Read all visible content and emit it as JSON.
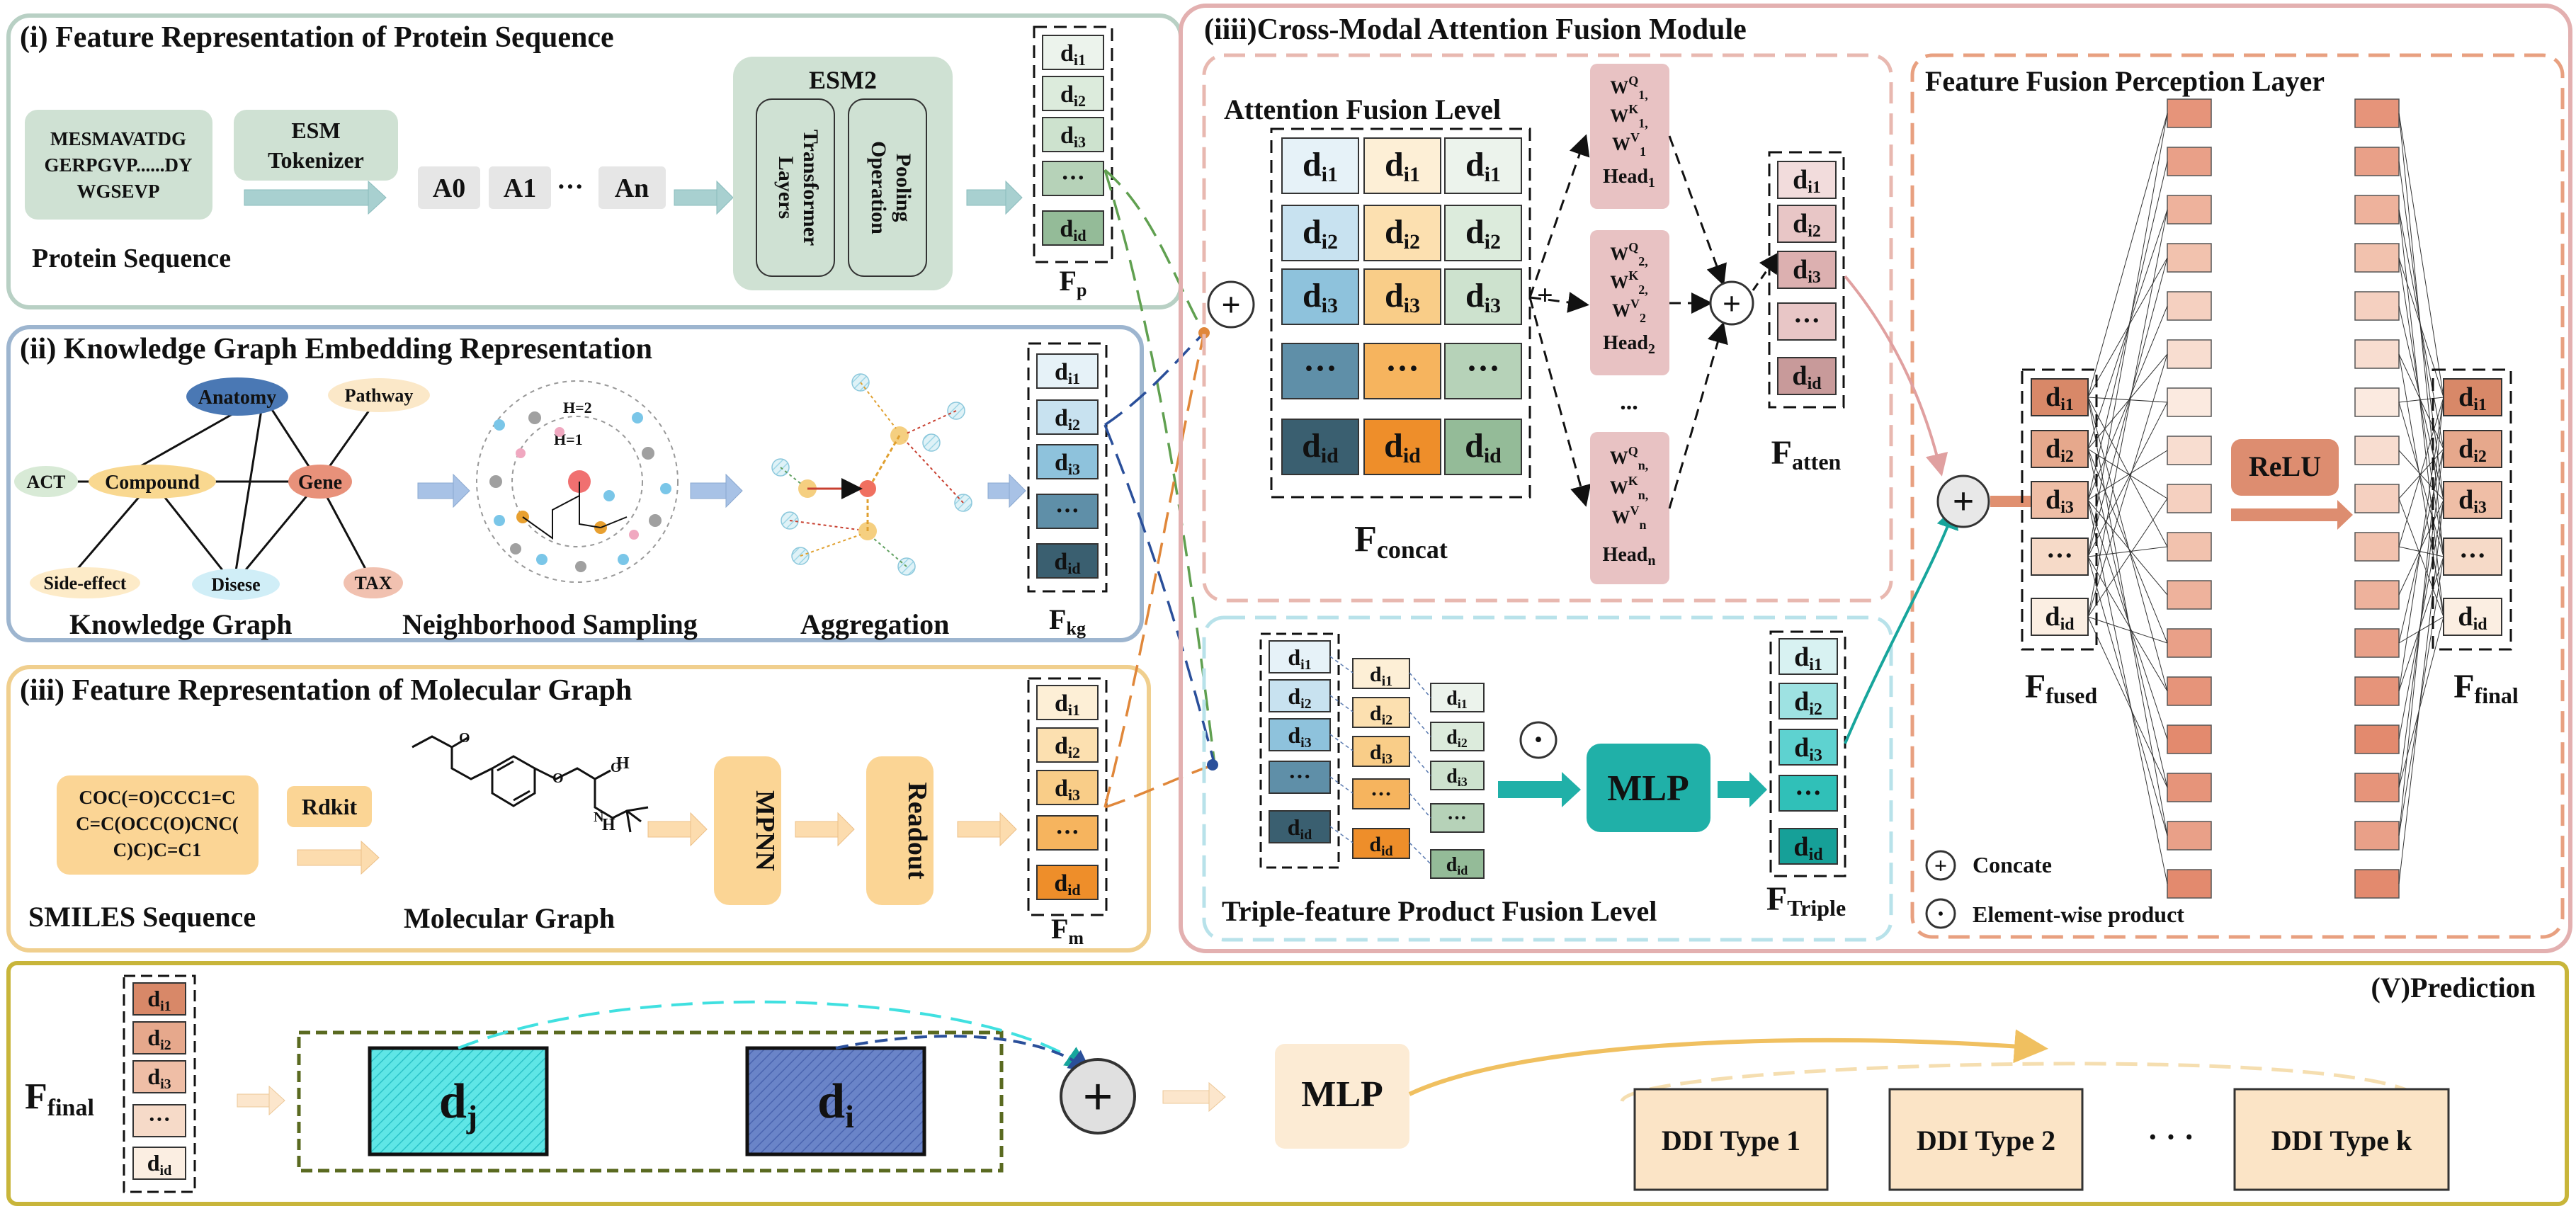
{
  "colors": {
    "protein_panel": "#b8d0c4",
    "kg_panel": "#9db5cf",
    "mol_panel": "#f0cf8e",
    "fusion_panel": "#e3b0b0",
    "prediction_panel": "#c8b53a",
    "protein_fill": "#cfe1d3",
    "mol_fill": "#fbd595",
    "head_fill": "#e8c2c3",
    "mlp_teal": "#20b0a8",
    "relu_fill": "#dd8d70",
    "ddi_fill": "#fbe4c6"
  },
  "cell_text": {
    "i1_base": "d",
    "i1_sub": "i1",
    "i2_base": "d",
    "i2_sub": "i2",
    "i3_base": "d",
    "i3_sub": "i3",
    "dots": "···",
    "id_base": "d",
    "id_sub": "id"
  },
  "protein": {
    "title": "(i) Feature Representation of Protein Sequence",
    "seq_line1": "MESMAVATDG",
    "seq_line2": "GERPGVP......DY",
    "seq_line3": "WGSEVP",
    "seq_label": "Protein Sequence",
    "tokenizer_line1": "ESM",
    "tokenizer_line2": "Tokenizer",
    "tokens": [
      "A0",
      "A1",
      "···",
      "An"
    ],
    "esm2_title": "ESM2",
    "transformer_line1": "Transformer",
    "transformer_line2": "Layers",
    "pooling_line1": "Pooling",
    "pooling_line2": "Operation",
    "output_base": "F",
    "output_sub": "p"
  },
  "kg": {
    "title": "(ii) Knowledge Graph Embedding Representation",
    "nodes": {
      "anatomy": "Anatomy",
      "pathway": "Pathway",
      "act": "ACT",
      "compound": "Compound",
      "gene": "Gene",
      "side_effect": "Side-effect",
      "disese": "Disese",
      "tax": "TAX"
    },
    "kg_label": "Knowledge Graph",
    "h2": "H=2",
    "h1": "H=1",
    "sampling_label": "Neighborhood Sampling",
    "aggregation_label": "Aggregation",
    "output_base": "F",
    "output_sub": "kg"
  },
  "mol": {
    "title": "(iii) Feature Representation of Molecular Graph",
    "smiles_line1": "COC(=O)CCC1=C",
    "smiles_line2": "C=C(OCC(O)CNC(",
    "smiles_line3": "C)C)C=C1",
    "rdkit": "Rdkit",
    "smiles_label": "SMILES Sequence",
    "mol_label": "Molecular Graph",
    "mpnn": "MPNN",
    "readout": "Readout",
    "atom_h": "H",
    "atom_o": "O",
    "atom_n": "N",
    "output_base": "F",
    "output_sub": "m"
  },
  "fusion": {
    "title": "(iiii)Cross-Modal Attention Fusion Module",
    "attention_level": "Attention Fusion Level",
    "concat_base": "F",
    "concat_sub": "concat",
    "heads": [
      {
        "q": "Q",
        "qn": "1,",
        "k": "K",
        "kn": "1,",
        "v": "V",
        "vn": "1",
        "head": "Head",
        "headn": "1"
      },
      {
        "q": "Q",
        "qn": "2,",
        "k": "K",
        "kn": "2,",
        "v": "V",
        "vn": "2",
        "head": "Head",
        "headn": "2"
      },
      {
        "q": "Q",
        "qn": "n,",
        "k": "K",
        "kn": "n,",
        "v": "V",
        "vn": "n",
        "head": "Head",
        "headn": "n"
      }
    ],
    "w_letter": "W",
    "head_ellipsis": "...",
    "atten_base": "F",
    "atten_sub": "atten",
    "triple_level": "Triple-feature Product Fusion Level",
    "mlp": "MLP",
    "triple_base": "F",
    "triple_sub": "Triple",
    "perception_title": "Feature Fusion Perception Layer",
    "fused_base": "F",
    "fused_sub": "fused",
    "relu": "ReLU",
    "final_base": "F",
    "final_sub": "final",
    "legend_concat": "Concate",
    "legend_product": "Element-wise product",
    "plus_symbol": "+",
    "dot_symbol": "·"
  },
  "prediction": {
    "title": "(V)Prediction",
    "final_base": "F",
    "final_sub": "final",
    "dj_base": "d",
    "dj_sub": "j",
    "di_base": "d",
    "di_sub": "i",
    "mlp": "MLP",
    "ddi_types": [
      "DDI Type 1",
      "DDI Type 2",
      "DDI Type k"
    ],
    "ddi_dots": "· · ·"
  }
}
